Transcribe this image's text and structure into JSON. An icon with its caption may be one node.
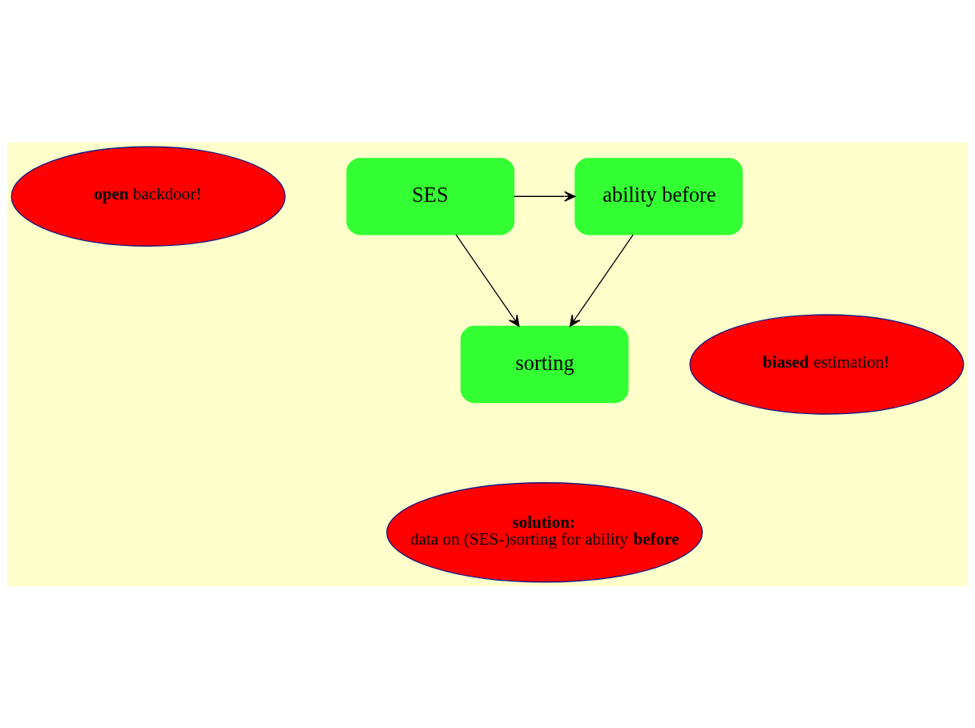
{
  "diagram": {
    "nodes": [
      {
        "text": [
          "**open** backdoor!"
        ]
      },
      {
        "text": [
          "SES"
        ]
      },
      {
        "text": [
          "ability before"
        ]
      },
      {
        "text": [
          "sorting"
        ]
      },
      {
        "text": [
          "**biased** estimation!"
        ]
      },
      {
        "text": [
          "solution:",
          "data on (SES-)sorting for ability **before**"
        ]
      }
    ],
    "edges": [
      {
        "from": 1,
        "to": 2,
        "arrow": "to"
      },
      {
        "from": 1,
        "to": 3,
        "arrow": "to"
      },
      {
        "from": 2,
        "to": 3,
        "arrow": "to"
      }
    ]
  }
}
